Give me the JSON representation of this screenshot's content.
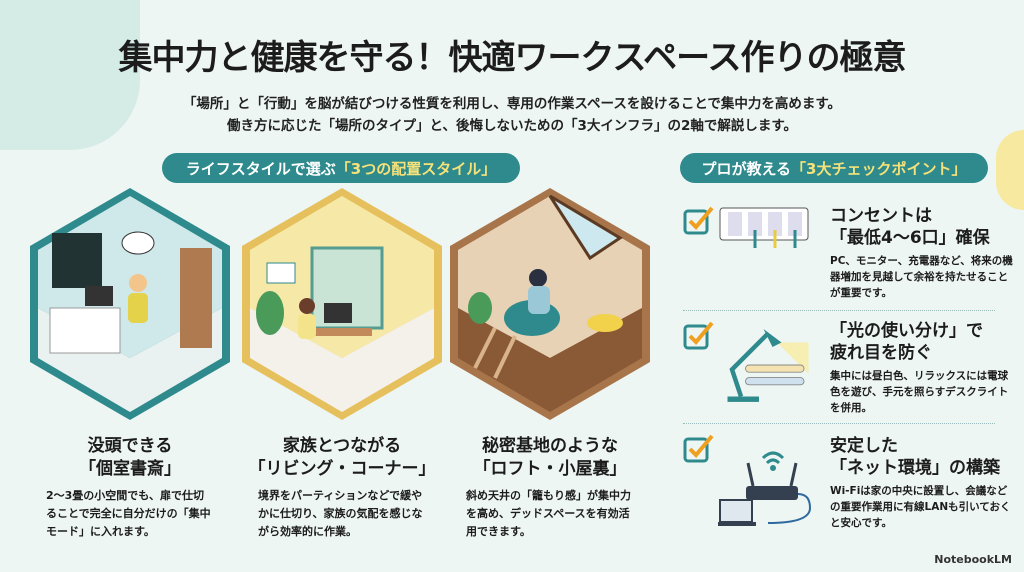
{
  "title": "集中力と健康を守る！快適ワークスペース作りの極意",
  "subtitle": [
    "「場所」と「行動」を脳が結びつける性質を利用し、専用の作業スペースを設けることで集中力を高めます。",
    "働き方に応じた「場所のタイプ」と、後悔しないための「3大インフラ」の2軸で解説します。"
  ],
  "left_section": {
    "pill_prefix": "ライフスタイルで選ぶ",
    "pill_highlight": "「3つの配置スタイル」",
    "styles": [
      {
        "heading1": "没頭できる",
        "heading2": "「個室書斎」",
        "desc": "2〜3畳の小空間でも、扉で仕切ることで完全に自分だけの「集中モード」に入れます。"
      },
      {
        "heading1": "家族とつながる",
        "heading2": "「リビング・コーナー」",
        "desc": "境界をパーティションなどで緩やかに仕切り、家族の気配を感じながら効率的に作業。"
      },
      {
        "heading1": "秘密基地のような",
        "heading2": "「ロフト・小屋裏」",
        "desc": "斜め天井の「籠もり感」が集中力を高め、デッドスペースを有効活用できます。"
      }
    ]
  },
  "right_section": {
    "pill_prefix": "プロが教える",
    "pill_highlight": "「3大チェックポイント」",
    "points": [
      {
        "title1": "コンセントは",
        "title2": "「最低4〜6口」確保",
        "desc": "PC、モニター、充電器など、将来の機器増加を見越して余裕を持たせることが重要です。",
        "icon": "outlet-icon"
      },
      {
        "title1": "「光の使い分け」で",
        "title2": "疲れ目を防ぐ",
        "desc": "集中には昼白色、リラックスには電球色を遊び、手元を照らすデスクライトを併用。",
        "icon": "desk-lamp-icon"
      },
      {
        "title1": "安定した",
        "title2": "「ネット環境」の構築",
        "desc": "Wi-Fiは家の中央に設置し、会議などの重要作業用に有線LANも引いておくと安心です。",
        "icon": "router-icon"
      }
    ]
  },
  "brand": "NotebookLM",
  "colors": {
    "teal": "#2e8a8c",
    "yellow": "#f5e27a",
    "orange": "#f0a020"
  }
}
